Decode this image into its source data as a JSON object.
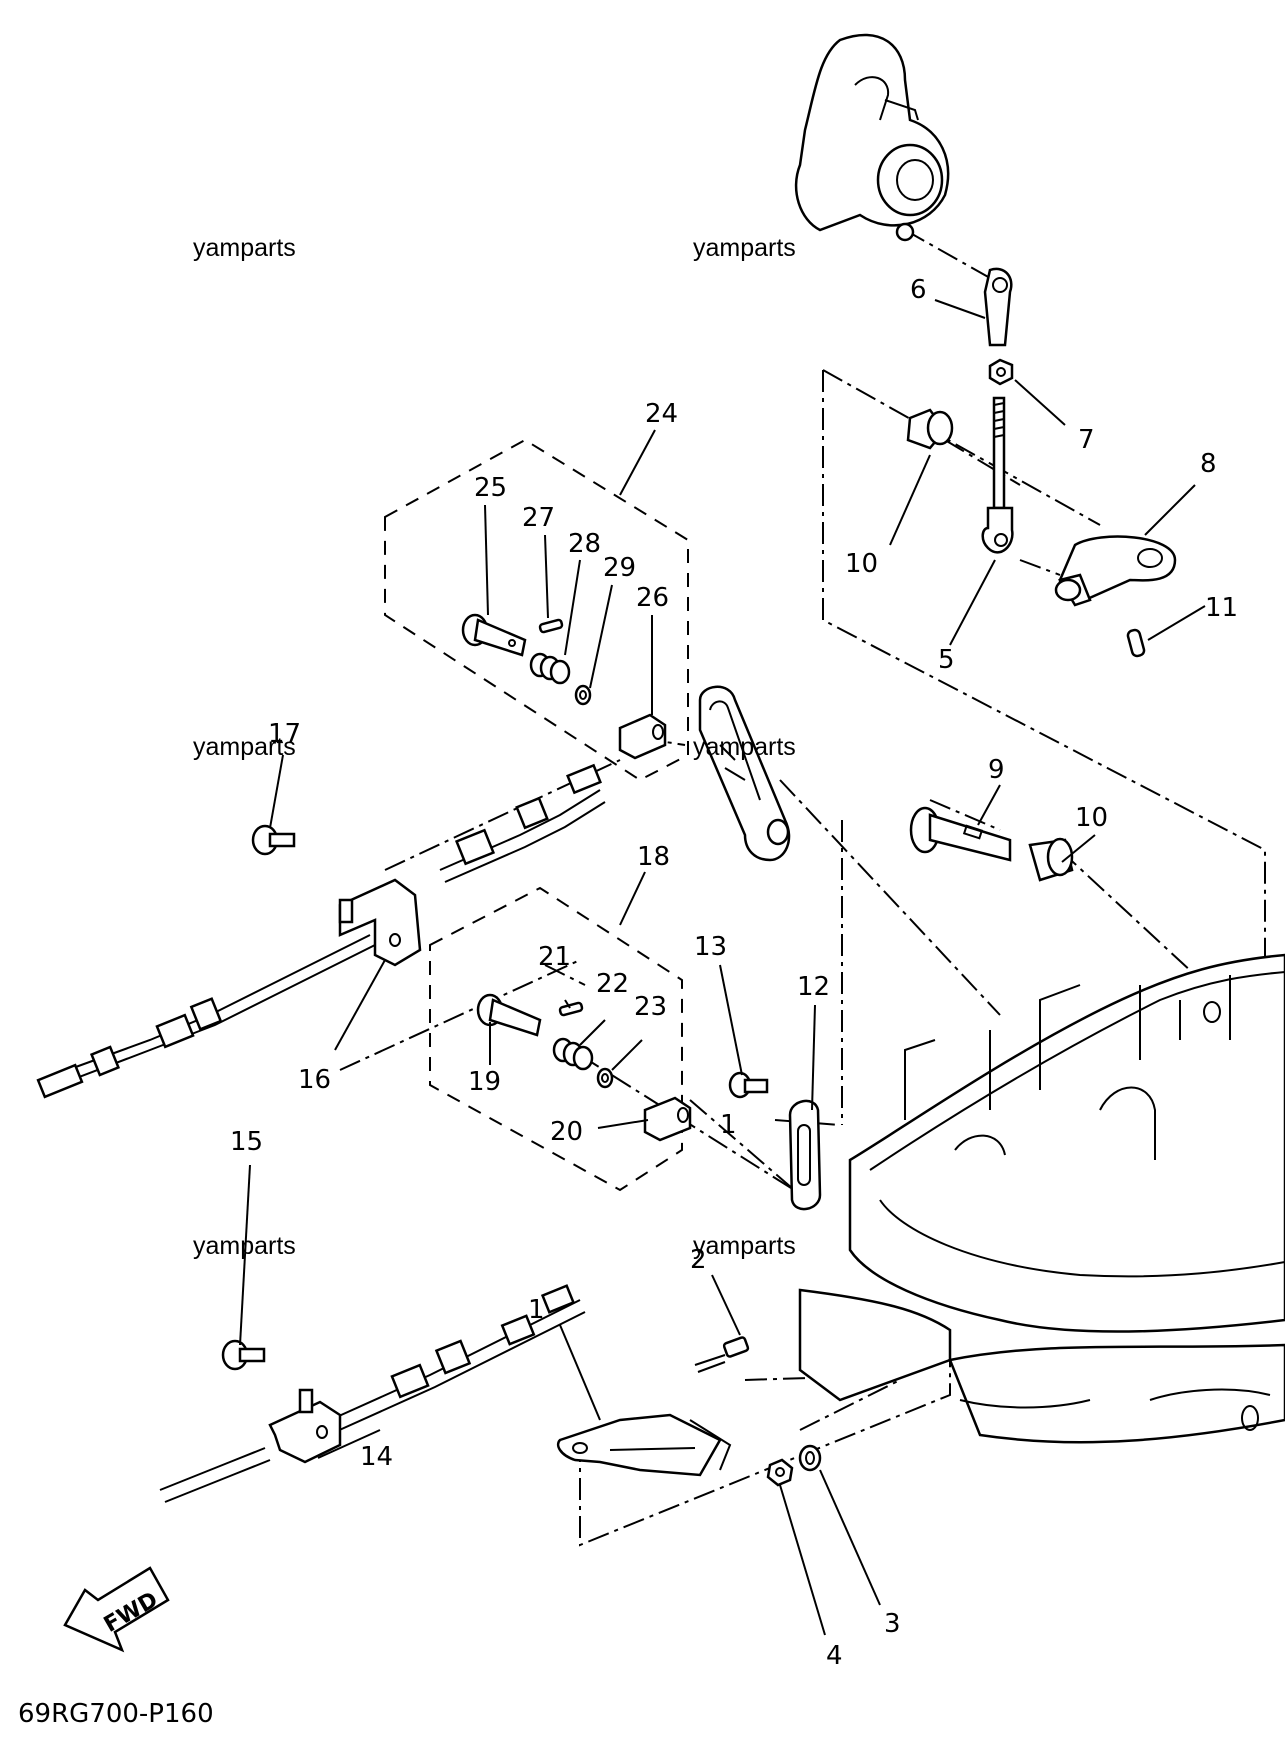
{
  "watermarks": [
    "yamparts",
    "yamparts",
    "yamparts",
    "yamparts",
    "yamparts",
    "yamparts"
  ],
  "callouts": {
    "c1": "1",
    "c1b": "1",
    "c2": "2",
    "c3": "3",
    "c4": "4",
    "c5": "5",
    "c6": "6",
    "c7": "7",
    "c8": "8",
    "c9": "9",
    "c10a": "10",
    "c10b": "10",
    "c11": "11",
    "c12": "12",
    "c13": "13",
    "c14": "14",
    "c15": "15",
    "c16": "16",
    "c17": "17",
    "c18": "18",
    "c19": "19",
    "c20": "20",
    "c21": "21",
    "c22": "22",
    "c23": "23",
    "c24": "24",
    "c25": "25",
    "c26": "26",
    "c27": "27",
    "c28": "28",
    "c29": "29"
  },
  "fwd_label": "FWD",
  "diagram_code": "69RG700-P160"
}
